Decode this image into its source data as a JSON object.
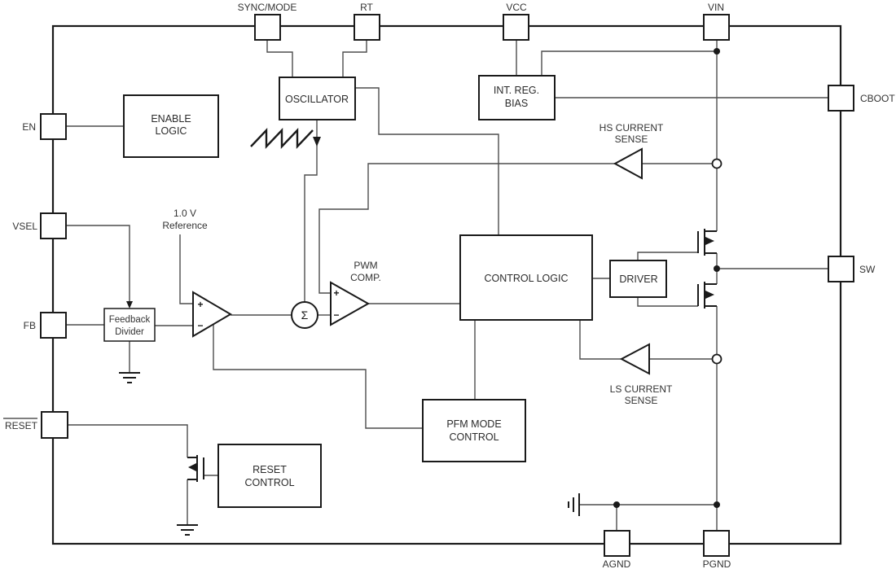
{
  "pins": {
    "sync_mode": "SYNC/MODE",
    "rt": "RT",
    "vcc": "VCC",
    "vin": "VIN",
    "cboot": "CBOOT",
    "sw": "SW",
    "en": "EN",
    "vsel": "VSEL",
    "fb": "FB",
    "reset": "RESET",
    "agnd": "AGND",
    "pgnd": "PGND"
  },
  "blocks": {
    "enable_logic": {
      "line1": "ENABLE",
      "line2": "LOGIC"
    },
    "oscillator": {
      "line1": "OSCILLATOR"
    },
    "int_reg_bias": {
      "line1": "INT. REG.",
      "line2": "BIAS"
    },
    "control_logic": {
      "line1": "CONTROL LOGIC"
    },
    "driver": {
      "line1": "DRIVER"
    },
    "pfm_mode_control": {
      "line1": "PFM MODE",
      "line2": "CONTROL"
    },
    "reset_control": {
      "line1": "RESET",
      "line2": "CONTROL"
    },
    "feedback_divider": {
      "line1": "Feedback",
      "line2": "Divider"
    }
  },
  "labels": {
    "reference": {
      "line1": "1.0 V",
      "line2": "Reference"
    },
    "pwm_comp": {
      "line1": "PWM",
      "line2": "COMP."
    },
    "hs_current_sense": {
      "line1": "HS CURRENT",
      "line2": "SENSE"
    },
    "ls_current_sense": {
      "line1": "LS CURRENT",
      "line2": "SENSE"
    },
    "sigma": "Σ",
    "plus": "+",
    "minus": "−"
  },
  "colors": {
    "background": "#ffffff",
    "outline": "#1a1a1a",
    "wire": "#4d4d4d",
    "text": "#333333"
  }
}
